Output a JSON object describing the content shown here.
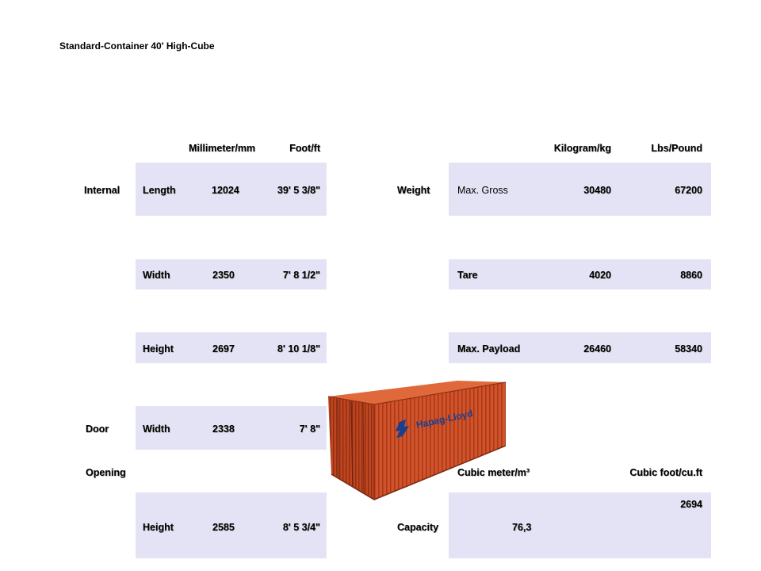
{
  "title": "Standard-Container  40' High-Cube",
  "dimensions": {
    "col_mm": "Millimeter/mm",
    "col_ft": "Foot/ft",
    "internal_label": "Internal",
    "door_label": "Door",
    "opening_label": "Opening",
    "rows": [
      {
        "label": "Length",
        "mm": "12024",
        "ft": "39' 5 3/8\""
      },
      {
        "label": "Width",
        "mm": "2350",
        "ft": "7' 8 1/2\""
      },
      {
        "label": "Height",
        "mm": "2697",
        "ft": "8' 10 1/8\""
      }
    ],
    "door_rows": [
      {
        "label": "Width",
        "mm": "2338",
        "ft": "7' 8\""
      },
      {
        "label": "Height",
        "mm": "2585",
        "ft": "8' 5 3/4\""
      }
    ]
  },
  "weight": {
    "col_kg": "Kilogram/kg",
    "col_lbs": "Lbs/Pound",
    "label": "Weight",
    "rows": [
      {
        "label": "Max. Gross",
        "kg": "30480",
        "lbs": "67200"
      },
      {
        "label": "Tare",
        "kg": "4020",
        "lbs": "8860"
      },
      {
        "label": "Max. Payload",
        "kg": "26460",
        "lbs": "58340"
      }
    ]
  },
  "capacity": {
    "label": "Capacity",
    "col_m3": "Cubic meter/m³",
    "col_cuft": "Cubic foot/cu.ft",
    "m3": "76,3",
    "cuft": "2694"
  },
  "image": {
    "brand_text": "Hapag-Lloyd",
    "colors": {
      "container": "#d2532a",
      "container_dark": "#a83a1a",
      "logo": "#1a3f8f",
      "band": "#e3e3f5"
    }
  }
}
